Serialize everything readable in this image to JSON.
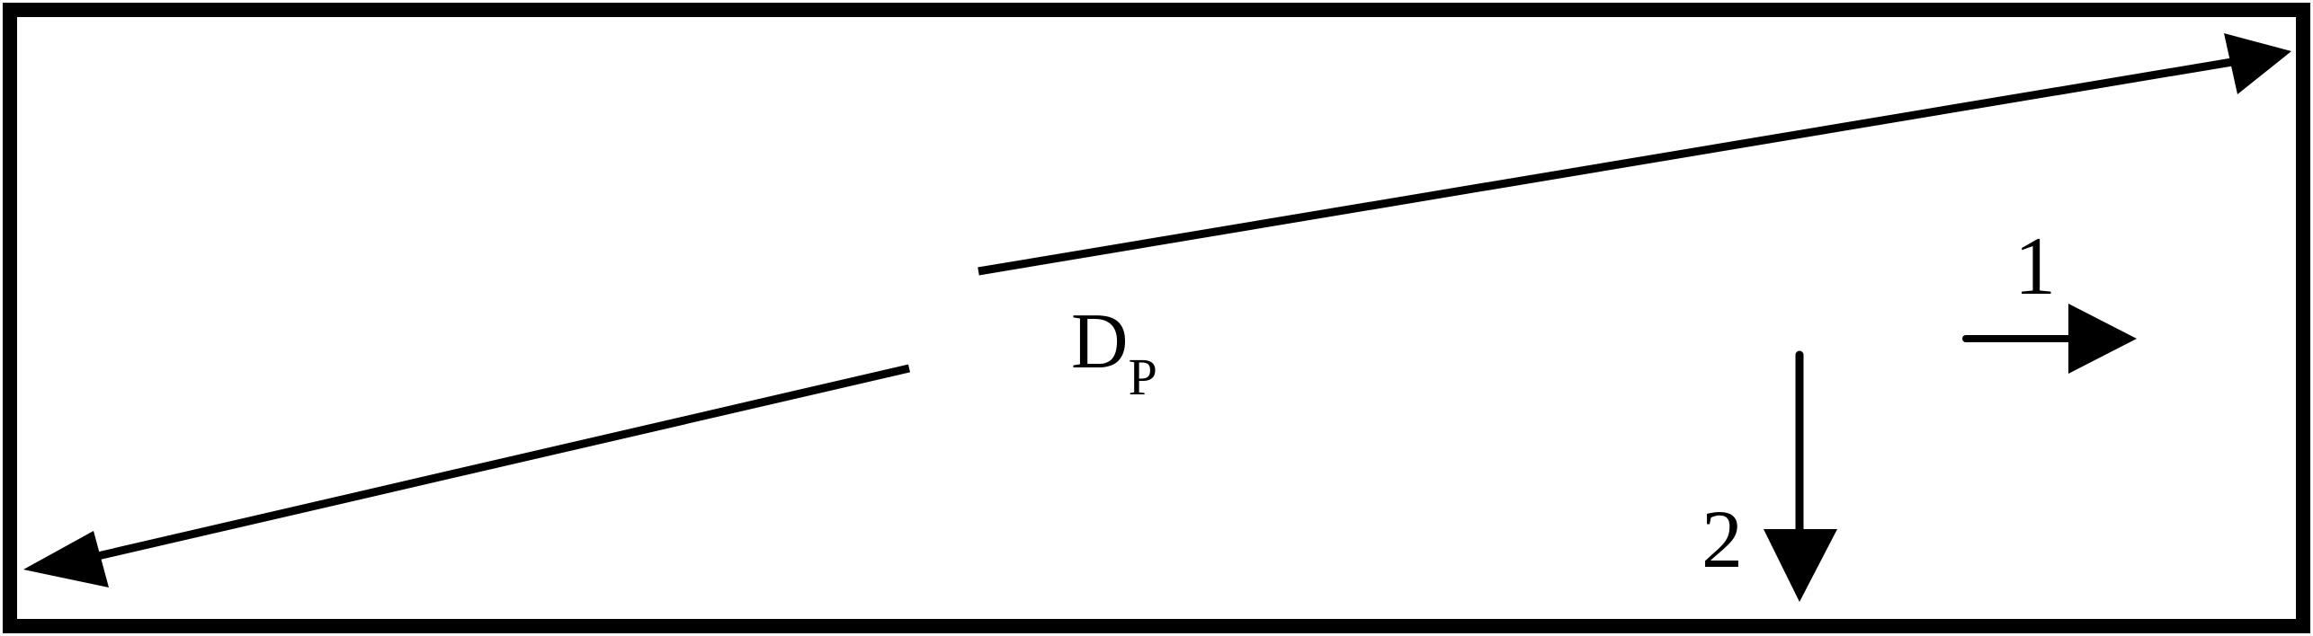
{
  "diagram": {
    "main_label": "D",
    "main_label_subscript": "P",
    "direction_1_label": "1",
    "direction_2_label": "2"
  },
  "colors": {
    "stroke": "#000000",
    "background": "#ffffff"
  },
  "icons": {
    "diagonal_up_arrow": "arrow-up-right-icon",
    "diagonal_down_arrow": "arrow-down-left-icon",
    "direction_1_arrow": "arrow-right-icon",
    "direction_2_arrow": "arrow-down-icon"
  }
}
